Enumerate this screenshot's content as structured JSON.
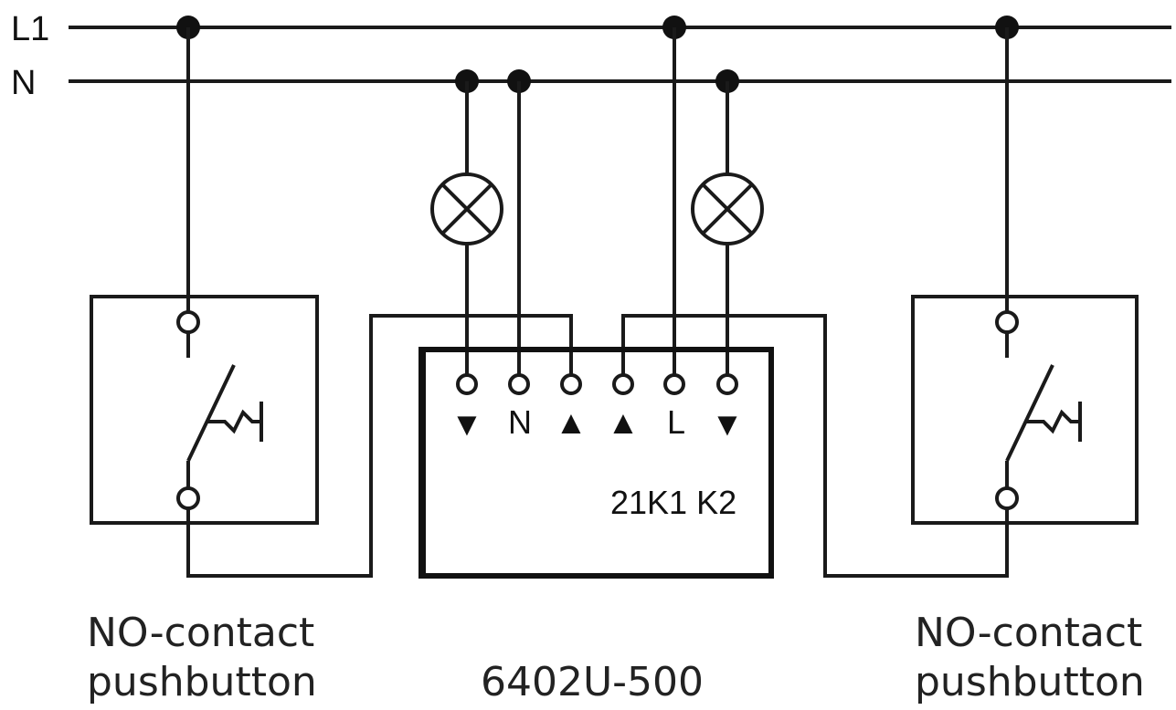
{
  "buses": {
    "line_label": "L1",
    "neutral_label": "N"
  },
  "actuator": {
    "terminals": [
      "▼",
      "N",
      "▲",
      "▲",
      "L",
      "▼"
    ],
    "channel_label": "21K1 K2",
    "caption": "6402U-500"
  },
  "left_pushbutton": {
    "caption_line1": "NO-contact",
    "caption_line2": "pushbutton"
  },
  "right_pushbutton": {
    "caption_line1": "NO-contact",
    "caption_line2": "pushbutton"
  }
}
